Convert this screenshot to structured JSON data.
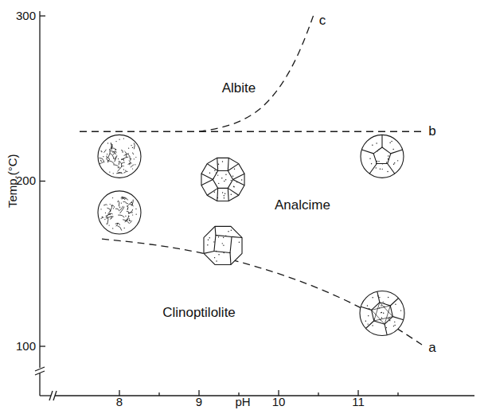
{
  "diagram": {
    "labels": [
      "300",
      "200",
      "100",
      "Temp.(°C)",
      "8",
      "9",
      "10",
      "11",
      "pH",
      "Albite",
      "Analcime",
      "Clinoptilolite",
      "a",
      "b",
      "c"
    ]
  }
}
